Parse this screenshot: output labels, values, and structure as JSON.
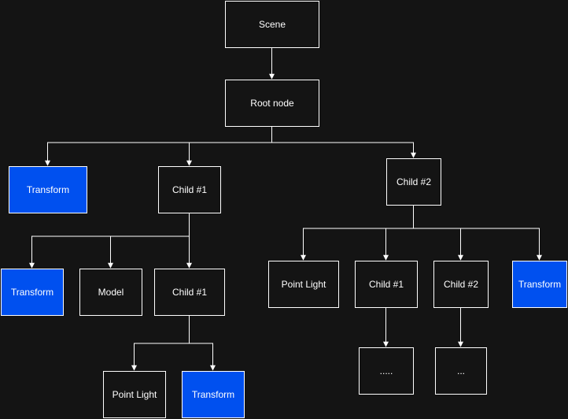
{
  "colors": {
    "background": "#141414",
    "node_fill": "#141414",
    "transform_fill": "#0050EF",
    "line": "#ffffff",
    "text": "#ffffff"
  },
  "nodes": {
    "scene": {
      "label": "Scene",
      "kind": "node"
    },
    "root": {
      "label": "Root node",
      "kind": "node"
    },
    "root_transform": {
      "label": "Transform",
      "kind": "transform"
    },
    "child1": {
      "label": "Child #1",
      "kind": "node"
    },
    "child2": {
      "label": "Child #2",
      "kind": "node"
    },
    "child1_transform": {
      "label": "Transform",
      "kind": "transform"
    },
    "child1_model": {
      "label": "Model",
      "kind": "node"
    },
    "child1_child1": {
      "label": "Child #1",
      "kind": "node"
    },
    "child1_child1_light": {
      "label": "Point Light",
      "kind": "node"
    },
    "child1_child1_transform": {
      "label": "Transform",
      "kind": "transform"
    },
    "child2_light": {
      "label": "Point Light",
      "kind": "node"
    },
    "child2_child1": {
      "label": "Child #1",
      "kind": "node"
    },
    "child2_child2": {
      "label": "Child #2",
      "kind": "node"
    },
    "child2_transform": {
      "label": "Transform",
      "kind": "transform"
    },
    "child2_child1_more": {
      "label": ".....",
      "kind": "node"
    },
    "child2_child2_more": {
      "label": "...",
      "kind": "node"
    }
  },
  "edges": [
    {
      "from": "scene",
      "to": "root"
    },
    {
      "from": "root",
      "to": "root_transform"
    },
    {
      "from": "root",
      "to": "child1"
    },
    {
      "from": "root",
      "to": "child2"
    },
    {
      "from": "child1",
      "to": "child1_transform"
    },
    {
      "from": "child1",
      "to": "child1_model"
    },
    {
      "from": "child1",
      "to": "child1_child1"
    },
    {
      "from": "child1_child1",
      "to": "child1_child1_light"
    },
    {
      "from": "child1_child1",
      "to": "child1_child1_transform"
    },
    {
      "from": "child2",
      "to": "child2_light"
    },
    {
      "from": "child2",
      "to": "child2_child1"
    },
    {
      "from": "child2",
      "to": "child2_child2"
    },
    {
      "from": "child2",
      "to": "child2_transform"
    },
    {
      "from": "child2_child1",
      "to": "child2_child1_more"
    },
    {
      "from": "child2_child2",
      "to": "child2_child2_more"
    }
  ]
}
